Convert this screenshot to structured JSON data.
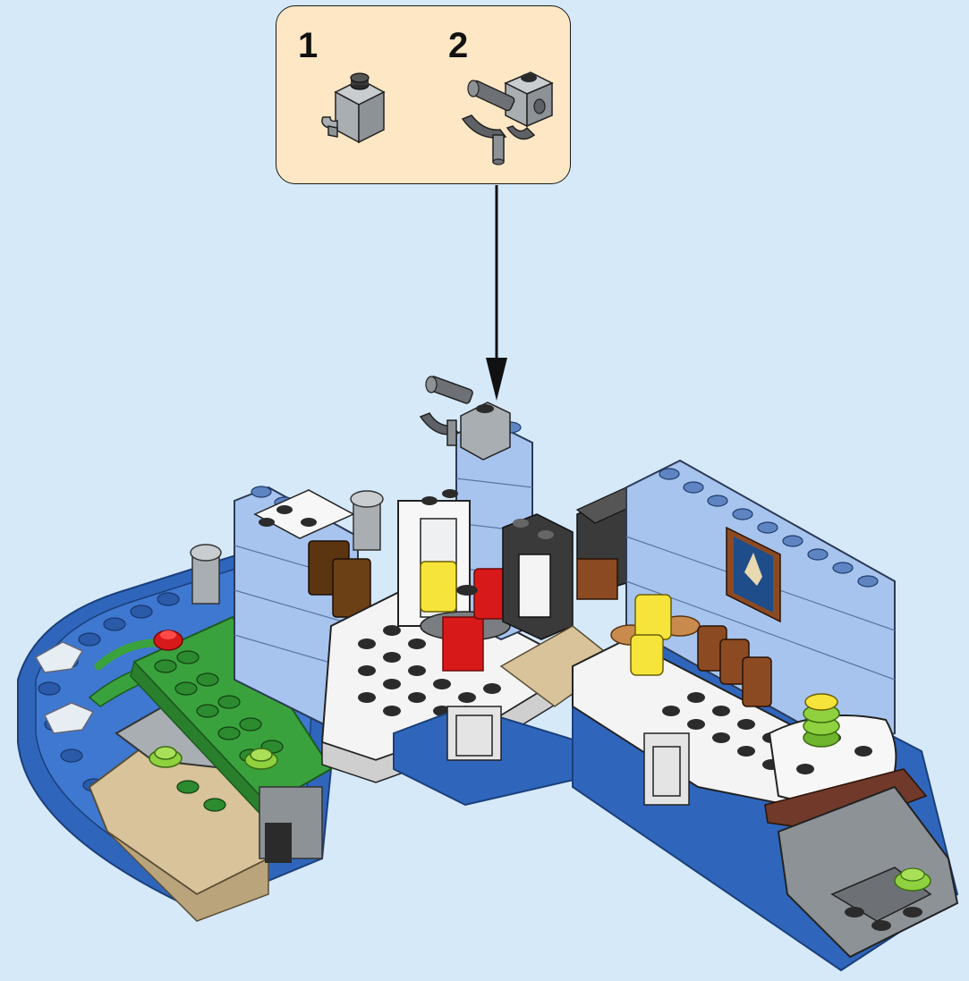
{
  "callout": {
    "steps": [
      {
        "number": "1",
        "part": "brick-with-clip"
      },
      {
        "number": "2",
        "part": "telescope-assembly"
      }
    ]
  },
  "colors": {
    "background": "#d5e9f9",
    "callout_fill": "#fde7c4",
    "light_gray": "#a9aeb2",
    "dark_gray": "#5e6266",
    "medium_blue": "#a7c4ee",
    "blue": "#2f66bc",
    "white": "#f7f7f7",
    "green": "#3aa23d",
    "lime": "#8fd13e",
    "tan": "#d8c39a",
    "red": "#d8191a",
    "yellow": "#f7e43a",
    "brown": "#8c4a22",
    "reddish_brown": "#70392a",
    "black": "#2b2b2b"
  }
}
